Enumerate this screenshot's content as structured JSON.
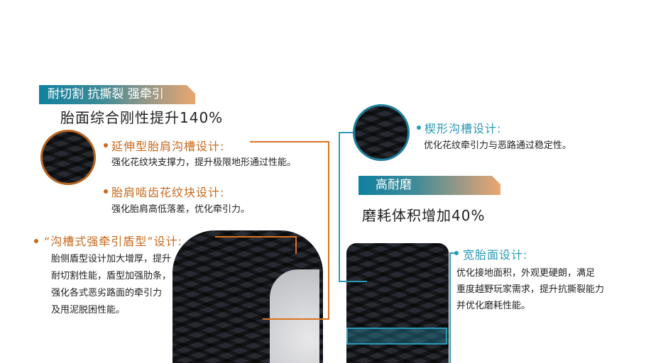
{
  "left": {
    "banner": "耐切割 抗撕裂 强牵引",
    "headline": "胎面综合刚性提升140%",
    "features": [
      {
        "title": "延伸型胎肩沟槽设计:",
        "desc": "强化花纹块支撑力，提升极限地形通过性能。"
      },
      {
        "title": "胎肩啮齿花纹块设计:",
        "desc": "强化胎肩高低落差，优化牵引力。"
      },
      {
        "title": "“沟槽式强牵引盾型”设计:",
        "desc_lines": [
          "胎侧盾型设计加大增厚，提升",
          "耐切割性能，盾型加强肋条，",
          "强化各式恶劣路面的牵引力",
          "及甩泥脱困性能。"
        ]
      }
    ]
  },
  "right": {
    "feature1": {
      "title": "楔形沟槽设计:",
      "desc": "优化花纹牵引力与恶路通过稳定性。"
    },
    "banner": "高耐磨",
    "headline": "磨耗体积增加40%",
    "feature2": {
      "title": "宽胎面设计:",
      "desc_lines": [
        "优化接地面积，外观更硬朗，满足",
        "重度越野玩家需求，提升抗撕裂能力",
        "并优化磨耗性能。"
      ]
    }
  },
  "colors": {
    "orange": "#c8691e",
    "teal": "#2a9ab8"
  }
}
